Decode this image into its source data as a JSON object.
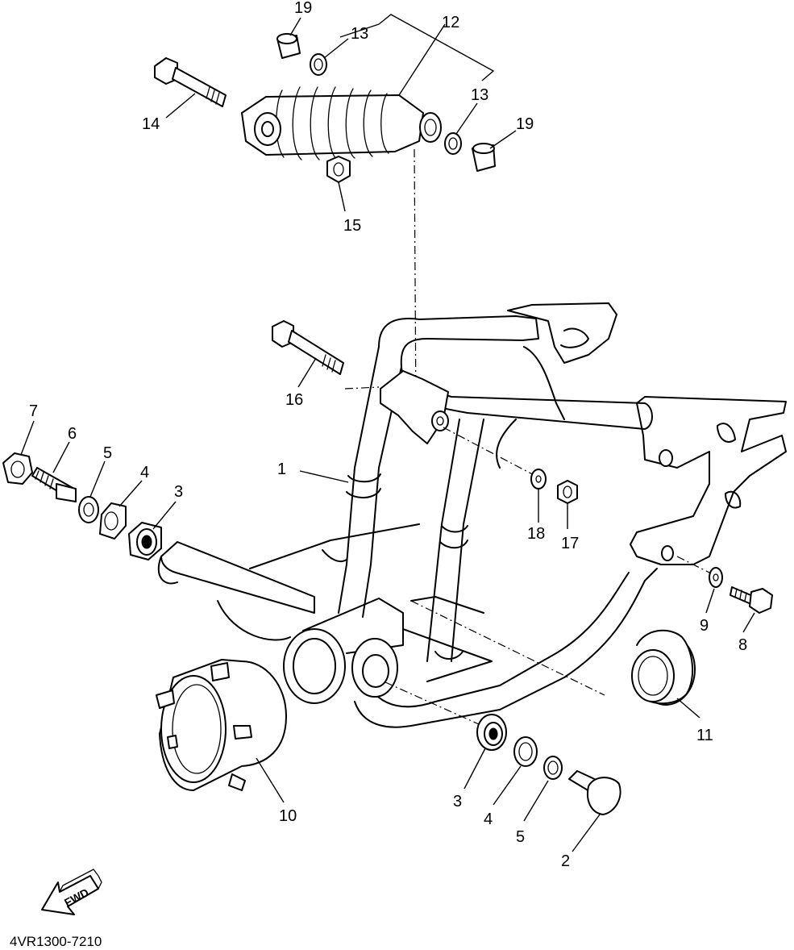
{
  "diagram": {
    "callouts": [
      "1",
      "2",
      "3",
      "3",
      "4",
      "4",
      "5",
      "5",
      "6",
      "7",
      "8",
      "9",
      "10",
      "11",
      "12",
      "13",
      "13",
      "14",
      "15",
      "16",
      "17",
      "18",
      "19",
      "19"
    ],
    "fwd_label": "FWD",
    "part_code": "4VR1300-7210"
  }
}
